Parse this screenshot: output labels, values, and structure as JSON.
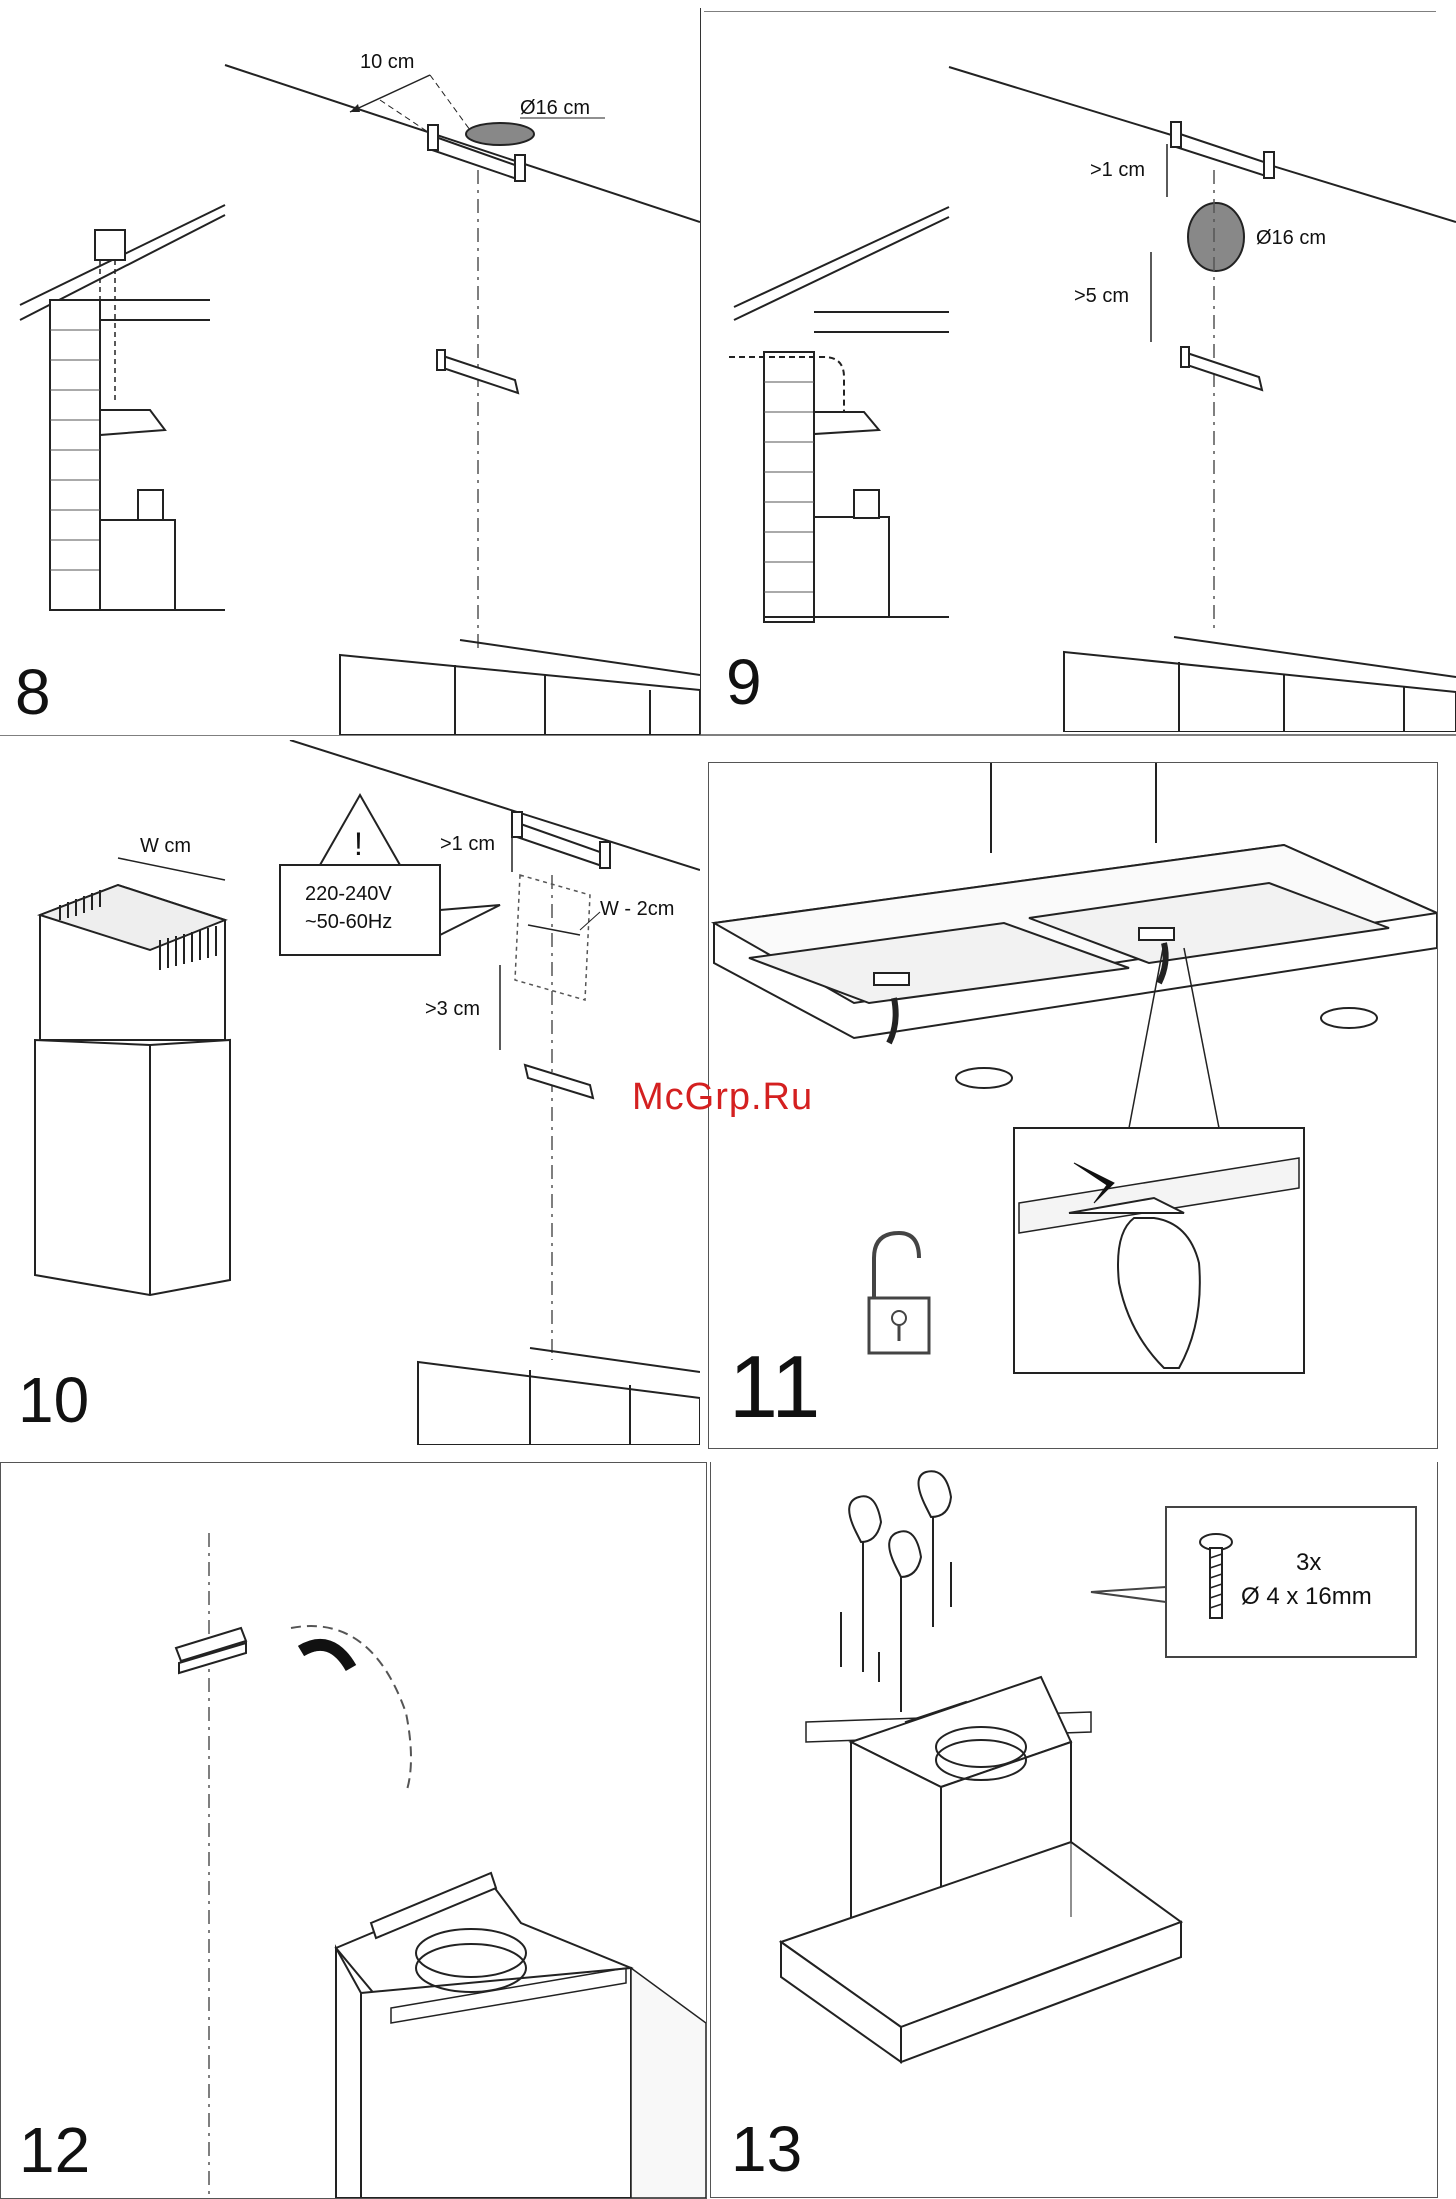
{
  "watermark": "McGrp.Ru",
  "steps": [
    {
      "number": "8",
      "labels": {
        "offset": "10 cm",
        "diameter": "Ø16 cm"
      }
    },
    {
      "number": "9",
      "labels": {
        "gap_top": ">1 cm",
        "diameter": "Ø16 cm",
        "gap_bottom": ">5 cm"
      }
    },
    {
      "number": "10",
      "labels": {
        "width": "W cm",
        "voltage": "220-240V",
        "frequency": "~50-60Hz",
        "gap_top": ">1 cm",
        "width_minus": "W - 2cm",
        "gap_bottom": ">3 cm"
      }
    },
    {
      "number": "11",
      "labels": {}
    },
    {
      "number": "12",
      "labels": {}
    },
    {
      "number": "13",
      "labels": {
        "quantity": "3x",
        "screw_size": "Ø 4 x 16mm"
      }
    }
  ],
  "icons": {
    "warning": "warning-triangle-icon",
    "unlock": "padlock-open-icon",
    "screw": "screw-icon",
    "hand": "hand-icon",
    "arrow": "curved-arrow-icon"
  }
}
